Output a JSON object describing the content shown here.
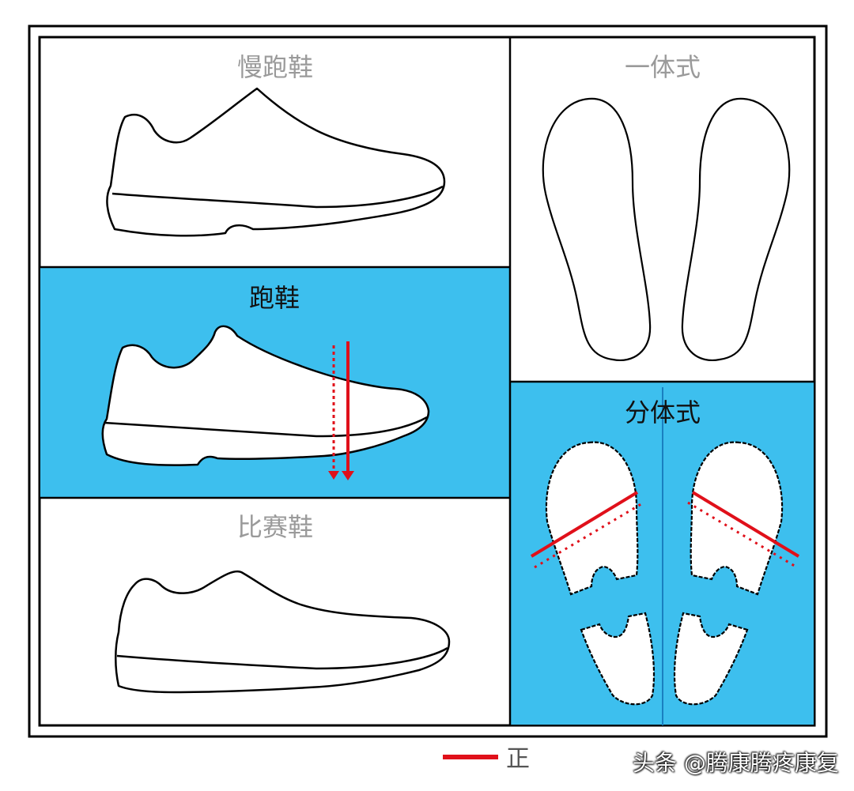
{
  "panels": {
    "slow_running_shoe": {
      "title": "慢跑鞋",
      "highlighted": false
    },
    "running_shoe": {
      "title": "跑鞋",
      "highlighted": true
    },
    "racing_shoe": {
      "title": "比赛鞋",
      "highlighted": false
    },
    "one_piece": {
      "title": "一体式",
      "highlighted": false
    },
    "split": {
      "title": "分体式",
      "highlighted": true
    }
  },
  "legend": {
    "partial_text": "正"
  },
  "watermark": "头条 @腾康腾疼康复",
  "colors": {
    "highlight": "#3DBFEE",
    "flex_line": "#E0101A",
    "inactive_title": "#9A9A9A"
  }
}
